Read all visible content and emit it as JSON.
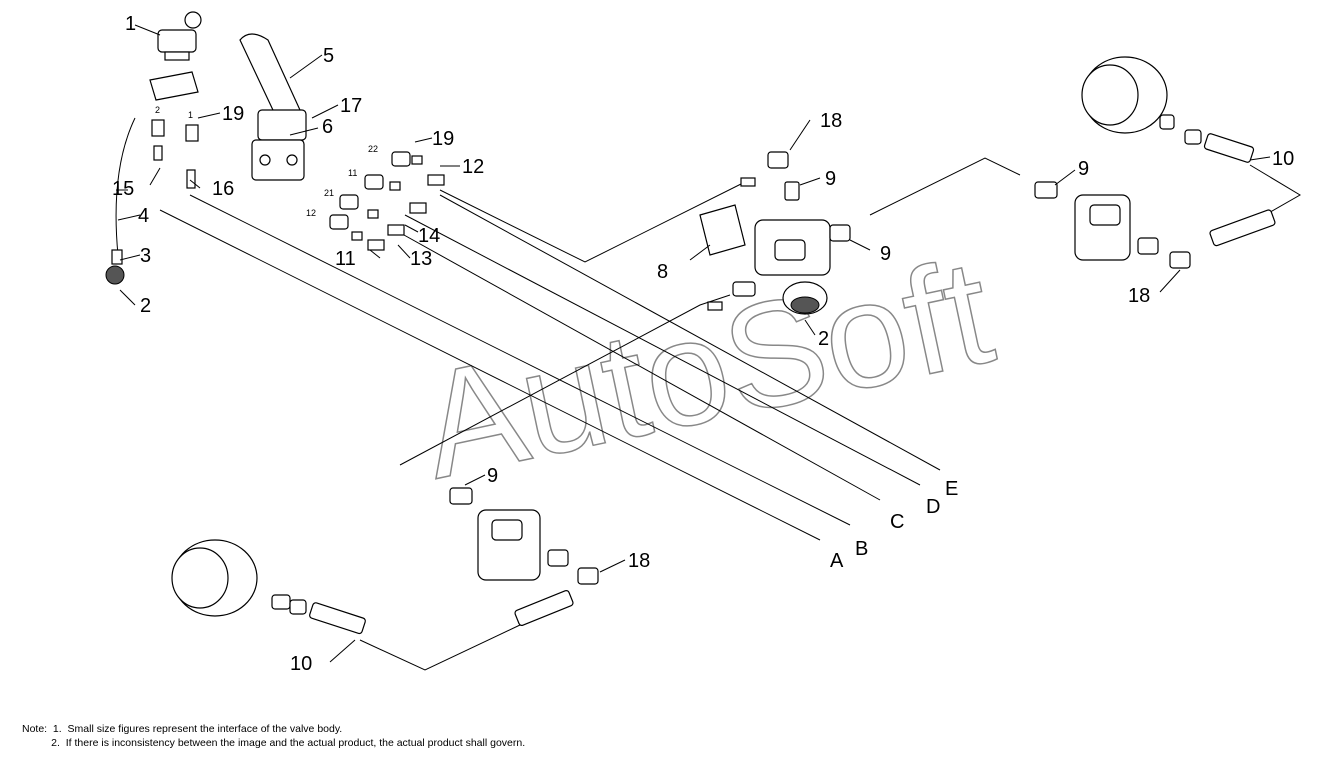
{
  "watermark": "AutoSoft",
  "callouts": {
    "c1": "1",
    "c2a": "2",
    "c2b": "2",
    "c3": "3",
    "c4": "4",
    "c5": "5",
    "c6": "6",
    "c8": "8",
    "c9a": "9",
    "c9b": "9",
    "c9c": "9",
    "c9d": "9",
    "c10a": "10",
    "c10b": "10",
    "c11": "11",
    "c12": "12",
    "c13": "13",
    "c14": "14",
    "c15": "15",
    "c16": "16",
    "c17": "17",
    "c18a": "18",
    "c18b": "18",
    "c18c": "18",
    "c19a": "19",
    "c19b": "19",
    "lineA": "A",
    "lineB": "B",
    "lineC": "C",
    "lineD": "D",
    "lineE": "E"
  },
  "port_labels": {
    "p2": "2",
    "p1": "1",
    "p22": "22",
    "p11": "11",
    "p21": "21",
    "p12": "12"
  },
  "notes": {
    "line1": "Note:  1.  Small size figures represent the interface of the valve body.",
    "line2": "          2.  If there is inconsistency between the image and the actual product, the actual product shall govern."
  }
}
